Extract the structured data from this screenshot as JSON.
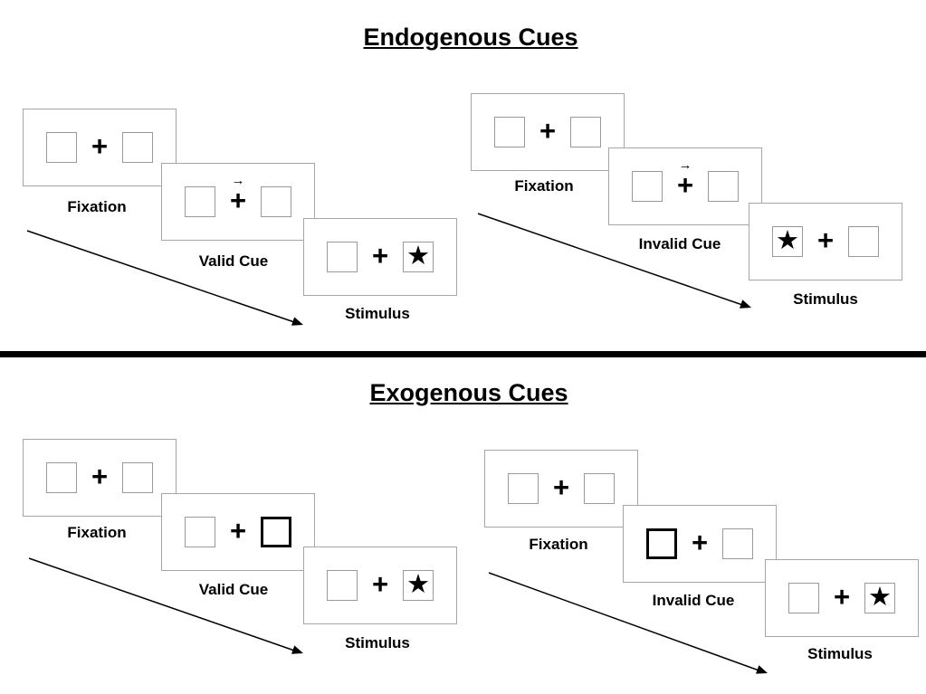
{
  "symbols": {
    "plus": "+",
    "star": "★",
    "cue_arrow": "→"
  },
  "sections": [
    {
      "title": "Endogenous Cues",
      "sequences": [
        {
          "name": "valid",
          "panels": [
            {
              "label": "Fixation",
              "cells": [
                "empty-box",
                "plus",
                "empty-box"
              ]
            },
            {
              "label": "Valid Cue",
              "cells": [
                "empty-box",
                "plus-with-right-arrow-above",
                "empty-box"
              ]
            },
            {
              "label": "Stimulus",
              "cells": [
                "empty-box",
                "plus",
                "star-box"
              ]
            }
          ]
        },
        {
          "name": "invalid",
          "panels": [
            {
              "label": "Fixation",
              "cells": [
                "empty-box",
                "plus",
                "empty-box"
              ]
            },
            {
              "label": "Invalid Cue",
              "cells": [
                "empty-box",
                "plus-with-right-arrow-above",
                "empty-box"
              ]
            },
            {
              "label": "Stimulus",
              "cells": [
                "star-box",
                "plus",
                "empty-box"
              ]
            }
          ]
        }
      ]
    },
    {
      "title": "Exogenous Cues",
      "sequences": [
        {
          "name": "valid",
          "panels": [
            {
              "label": "Fixation",
              "cells": [
                "empty-box",
                "plus",
                "empty-box"
              ]
            },
            {
              "label": "Valid Cue",
              "cells": [
                "empty-box",
                "plus",
                "thick-black-box"
              ]
            },
            {
              "label": "Stimulus",
              "cells": [
                "empty-box",
                "plus",
                "star-box"
              ]
            }
          ]
        },
        {
          "name": "invalid",
          "panels": [
            {
              "label": "Fixation",
              "cells": [
                "empty-box",
                "plus",
                "empty-box"
              ]
            },
            {
              "label": "Invalid Cue",
              "cells": [
                "thick-black-box",
                "plus",
                "empty-box"
              ]
            },
            {
              "label": "Stimulus",
              "cells": [
                "empty-box",
                "plus",
                "star-box"
              ]
            }
          ]
        }
      ]
    }
  ]
}
